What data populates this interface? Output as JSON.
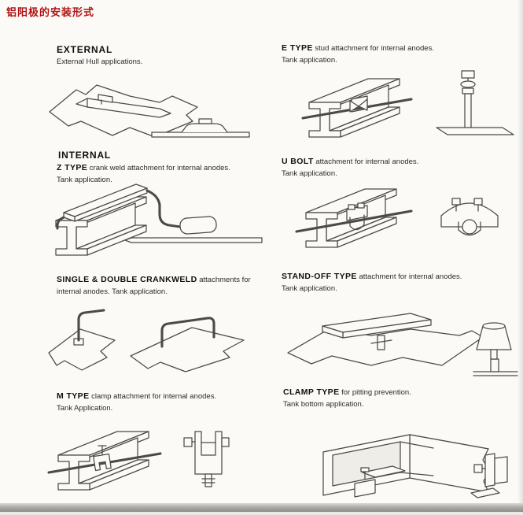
{
  "page": {
    "title": "铝阳极的安装形式"
  },
  "colors": {
    "title_red": "#b11212",
    "paper": "#fbfaf7",
    "line_ink": "#4a4a46"
  },
  "sections": {
    "external": {
      "heading": "EXTERNAL",
      "line2": "External Hull applications."
    },
    "internal": {
      "heading": "INTERNAL"
    },
    "z_type": {
      "heading": "Z TYPE",
      "desc": "crank weld attachment for internal anodes.",
      "line2": "Tank application."
    },
    "e_type": {
      "heading": "E TYPE",
      "desc": "stud attachment for internal anodes.",
      "line2": "Tank application."
    },
    "u_bolt": {
      "heading": "U BOLT",
      "desc": "attachment for internal anodes.",
      "line2": "Tank application."
    },
    "crankweld": {
      "heading": "SINGLE & DOUBLE CRANKWELD",
      "desc": "attachments for",
      "line2": "internal anodes. Tank application."
    },
    "standoff": {
      "heading": "STAND-OFF TYPE",
      "desc": "attachment for internal anodes.",
      "line2": "Tank application."
    },
    "m_type": {
      "heading": "M TYPE",
      "desc": "clamp attachment for internal anodes.",
      "line2": "Tank Application."
    },
    "clamp_type": {
      "heading": "CLAMP TYPE",
      "desc": "for pitting prevention.",
      "line2": "Tank bottom application."
    }
  }
}
